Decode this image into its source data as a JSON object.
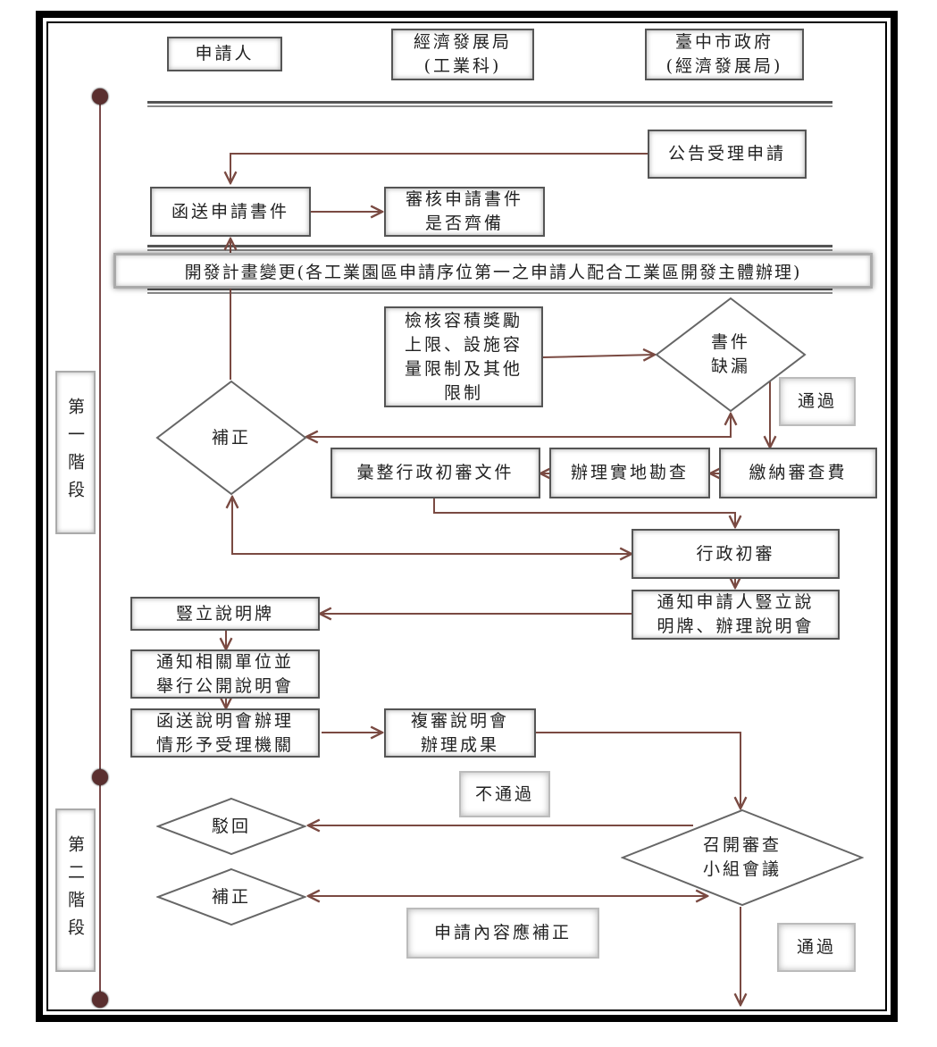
{
  "headers": {
    "applicant": "申請人",
    "bureau": "經濟發展局\n(工業科)",
    "city": "臺中市政府\n(經濟發展局)"
  },
  "banner": "開發計畫變更(各工業園區申請序位第一之申請人配合工業區開發主體辦理)",
  "stages": {
    "stage1": "第一階段",
    "stage2": "第二階段"
  },
  "boxes": {
    "announce": "公告受理申請",
    "submit_docs": "函送申請書件",
    "review_docs": "審核申請書件\n是否齊備",
    "check_limits": "檢核容積獎勵\n上限、設施容\n量限制及其他\n限制",
    "pass1": "通過",
    "compile_docs": "彙整行政初審文件",
    "site_survey": "辦理實地勘查",
    "pay_fee": "繳納審查費",
    "admin_review": "行政初審",
    "notify_applicant": "通知申請人豎立說\n明牌、辦理說明會",
    "erect_sign": "豎立說明牌",
    "notify_units": "通知相關單位並\n舉行公開說明會",
    "send_meeting": "函送說明會辦理\n情形予受理機關",
    "review_meeting": "複審說明會\n辦理成果",
    "fail": "不通過",
    "should_correct": "申請內容應補正",
    "pass2": "通過"
  },
  "diamonds": {
    "missing_docs": "書件\n缺漏",
    "correct1": "補正",
    "reject": "駁回",
    "correct2": "補正",
    "committee": "召開審查\n小組會議"
  },
  "colors": {
    "arrow": "#7a4a42",
    "dot": "#5a2f2f",
    "border": "#555555"
  }
}
